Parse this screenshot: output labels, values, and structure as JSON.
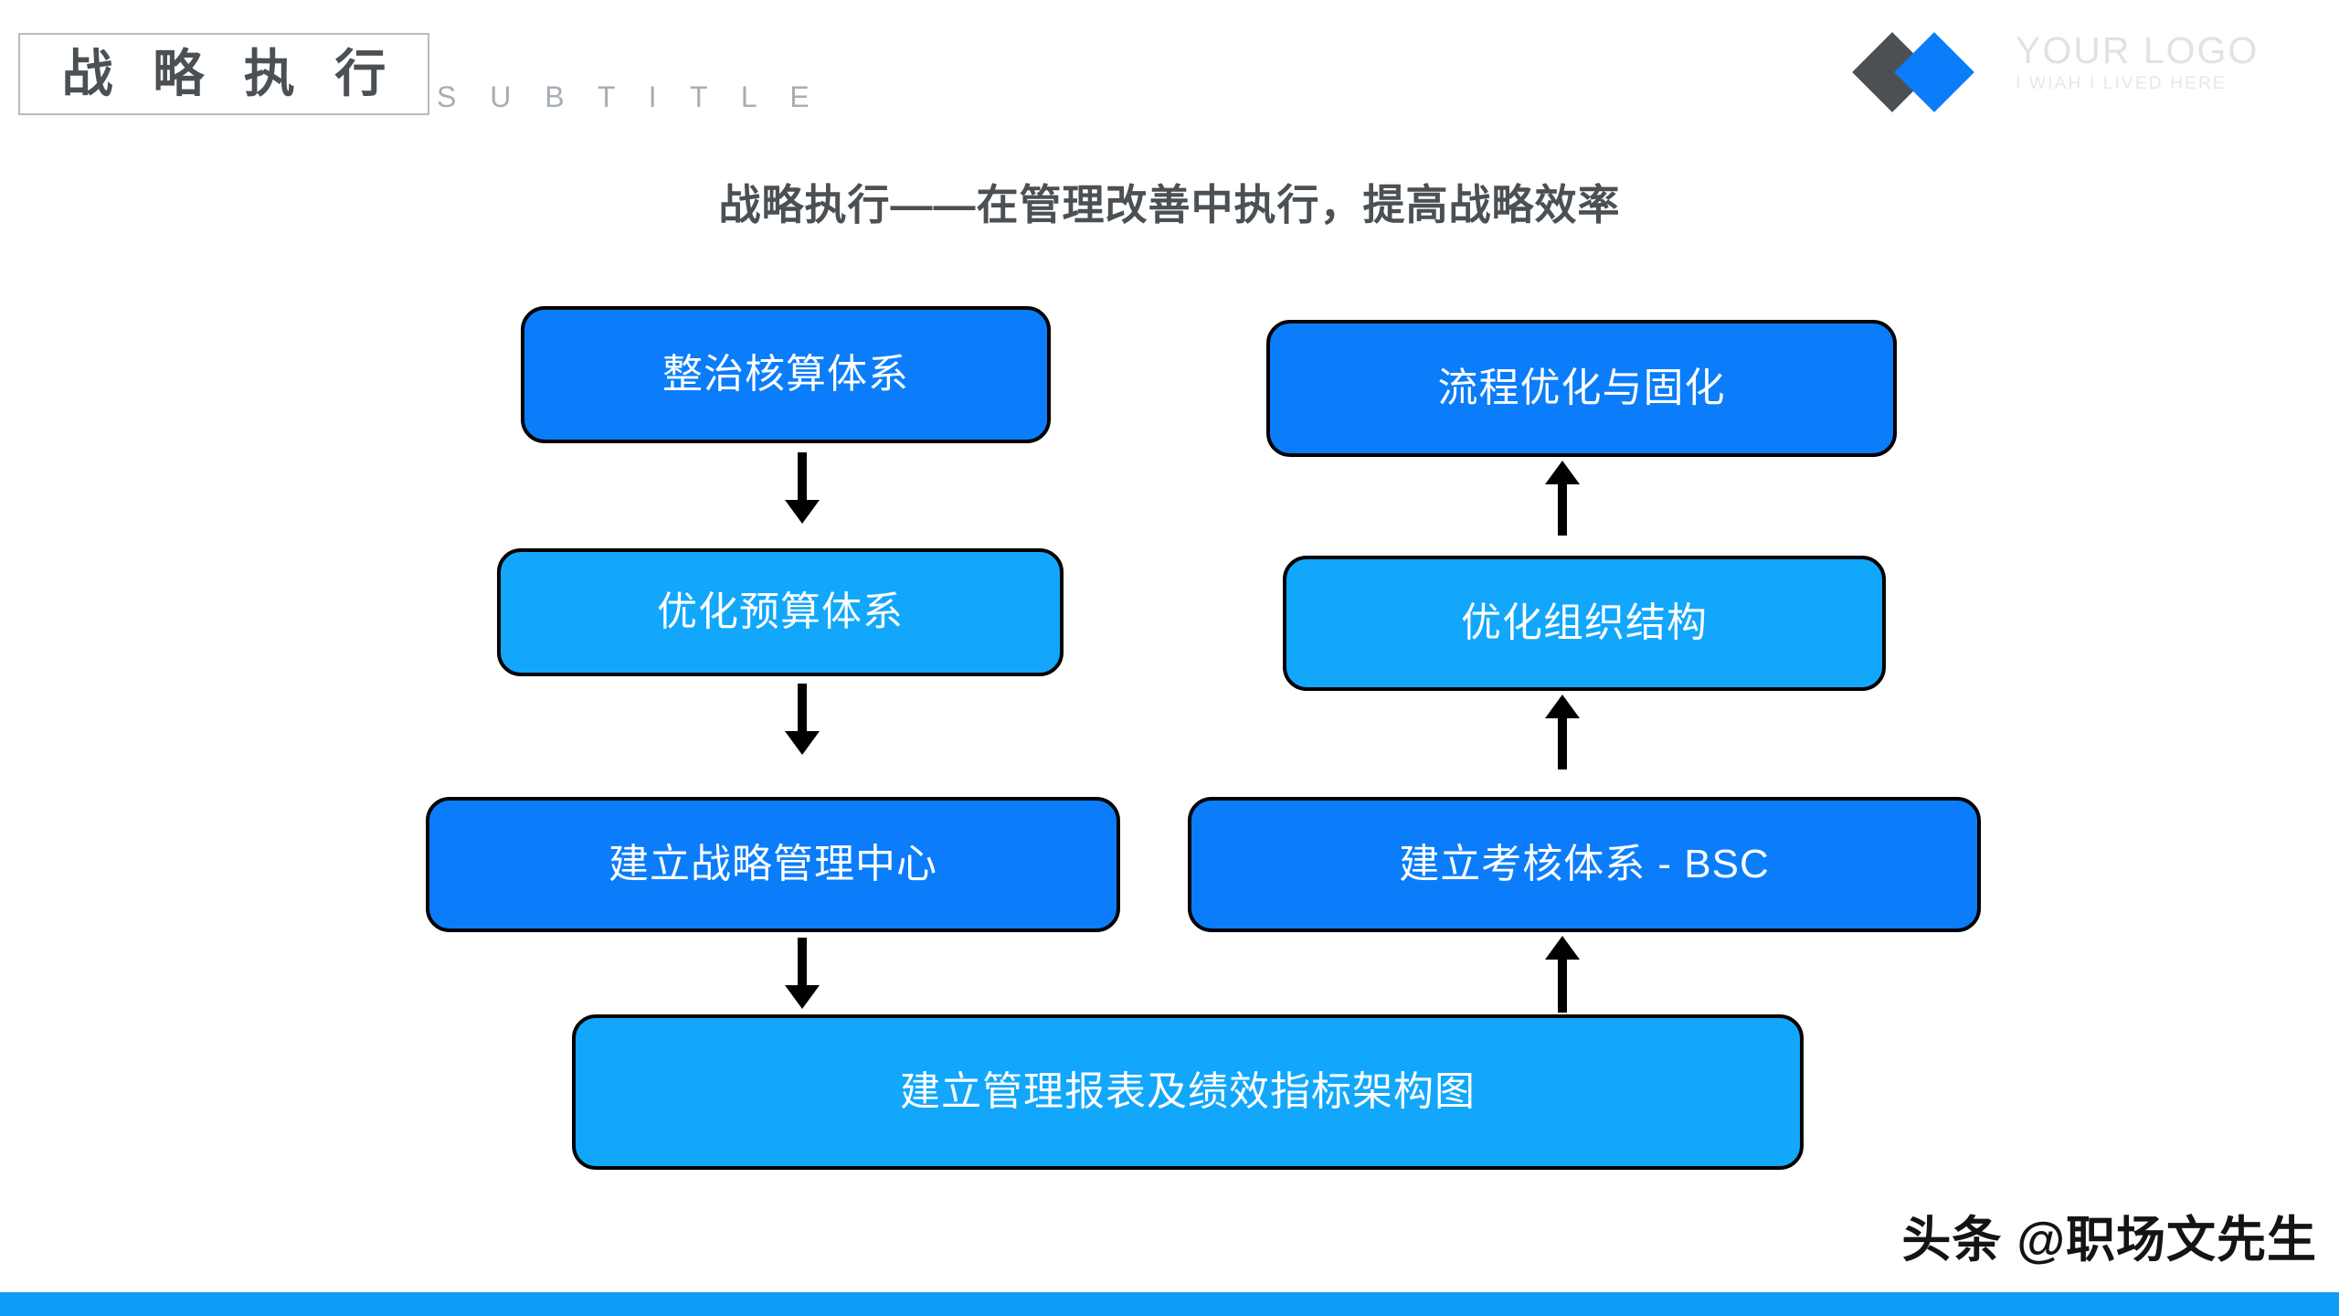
{
  "header": {
    "title": "战 略 执 行",
    "subtitle": "S U B T I T L E",
    "logo": {
      "name": "YOUR LOGO",
      "tagline": "I WIAH I LIVED HERE",
      "mark_dark_color": "#4c5053",
      "mark_blue_color": "#0b7dfa"
    }
  },
  "main": {
    "heading": "战略执行——在管理改善中执行，提高战略效率",
    "colors": {
      "node_dark_blue": "#0b7dfa",
      "node_light_blue": "#12a7fb",
      "node_border": "#000000",
      "node_text": "#ffffff",
      "heading_text": "#4a5054",
      "footer_bar": "#0e9cf7"
    },
    "nodes": [
      {
        "id": "n1",
        "label": "整治核算体系",
        "column": "left",
        "row": 1,
        "fill": "dark-blue"
      },
      {
        "id": "n2",
        "label": "优化预算体系",
        "column": "left",
        "row": 2,
        "fill": "light-blue"
      },
      {
        "id": "n3",
        "label": "建立战略管理中心",
        "column": "left",
        "row": 3,
        "fill": "dark-blue"
      },
      {
        "id": "n4",
        "label": "流程优化与固化",
        "column": "right",
        "row": 1,
        "fill": "dark-blue"
      },
      {
        "id": "n5",
        "label": "优化组织结构",
        "column": "right",
        "row": 2,
        "fill": "light-blue"
      },
      {
        "id": "n6",
        "label": "建立考核体系 - BSC",
        "column": "right",
        "row": 3,
        "fill": "dark-blue"
      },
      {
        "id": "n7",
        "label": "建立管理报表及绩效指标架构图",
        "column": "center",
        "row": 4,
        "fill": "light-blue"
      }
    ],
    "connectors": [
      {
        "from": "n1",
        "to": "n2",
        "direction": "down"
      },
      {
        "from": "n2",
        "to": "n3",
        "direction": "down"
      },
      {
        "from": "n3",
        "to": "n7",
        "direction": "down"
      },
      {
        "from": "n7",
        "to": "n6",
        "direction": "up"
      },
      {
        "from": "n6",
        "to": "n5",
        "direction": "up"
      },
      {
        "from": "n5",
        "to": "n4",
        "direction": "up"
      }
    ]
  },
  "footer": {
    "watermark": "头条 @职场文先生"
  }
}
